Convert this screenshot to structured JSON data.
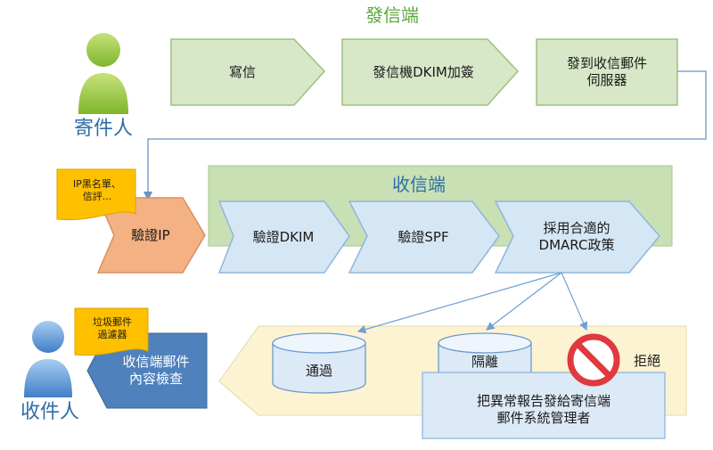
{
  "diagram": {
    "sender_section_title": "發信端",
    "receiver_section_title": "收信端",
    "sender_person": "寄件人",
    "recipient_person": "收件人",
    "step_write": "寫信",
    "step_sign_dkim": "發信機DKIM加簽",
    "step_send_to_server": "發到收信郵件\n伺服器",
    "note_ip_blacklist": "IP黑名單、\n信評...",
    "step_verify_ip": "驗證IP",
    "step_verify_dkim": "驗證DKIM",
    "step_verify_spf": "驗證SPF",
    "step_dmarc_policy": "採用合適的\nDMARC政策",
    "note_spam_filter": "垃圾郵件\n過濾器",
    "step_inbox_check": "收信端郵件\n內容檢查",
    "outcome_pass": "通過",
    "outcome_quarantine": "隔離",
    "outcome_reject": "拒絕",
    "report_text": "把異常報告發給寄信端\n郵件系統管理者",
    "colors": {
      "green_fill": "#d7e7c8",
      "green_stroke": "#9cc27a",
      "section_green": "#c9e0b4",
      "blue_fill": "#d5e6f5",
      "blue_stroke": "#8fb6dc",
      "ip_orange": "#f4b183",
      "note_yellow": "#ffc000",
      "cream": "#fcf3d2",
      "dark_blue": "#4f81bd",
      "person_green": "#9bcb3c",
      "person_blue": "#4a8fd6",
      "reject_red": "#e0393e"
    }
  }
}
